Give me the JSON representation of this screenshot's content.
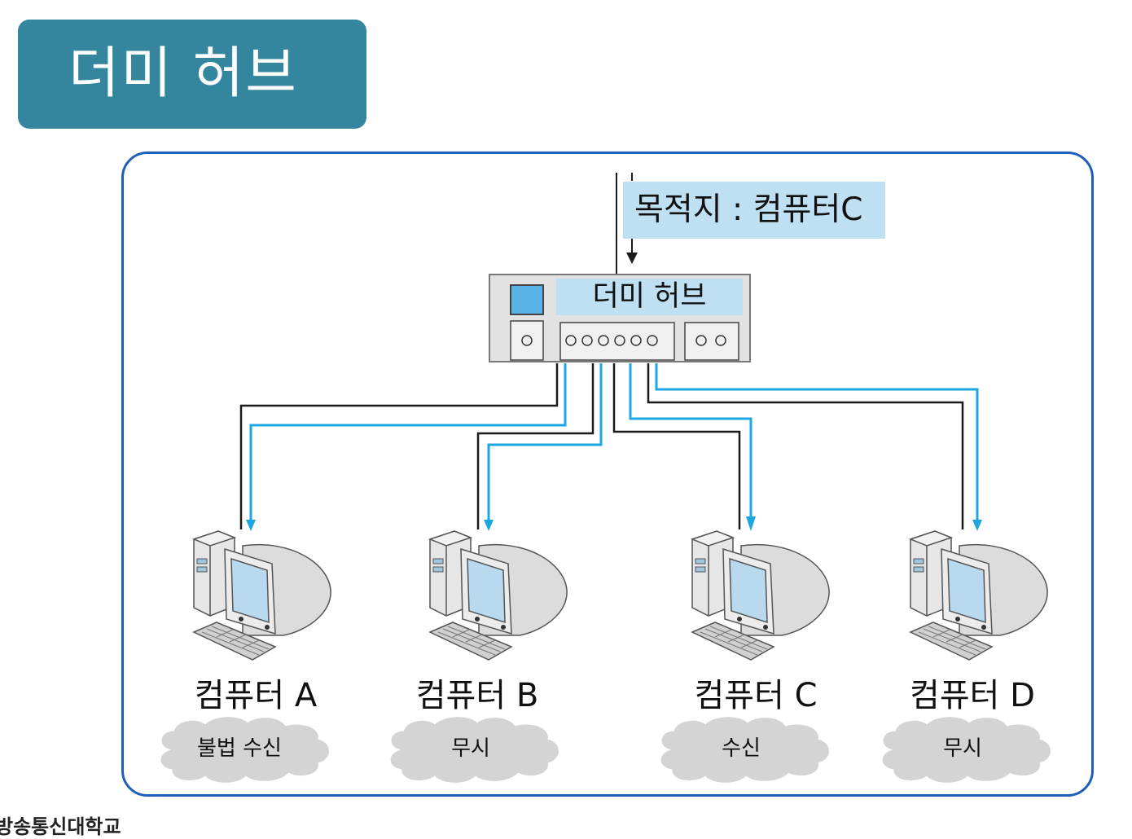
{
  "title": "더미 허브",
  "destination_label": "목적지 : 컴퓨터C",
  "hub_label": "더미 허브",
  "computers": [
    {
      "name": "컴퓨터 A",
      "status": "불법 수신"
    },
    {
      "name": "컴퓨터 B",
      "status": "무시"
    },
    {
      "name": "컴퓨터 C",
      "status": "수신"
    },
    {
      "name": "컴퓨터 D",
      "status": "무시"
    }
  ],
  "logo_text": "방송통신대학교",
  "colors": {
    "title_bg": "#33869d",
    "frame_border": "#1f5fb8",
    "label_bg": "#bfe0f2",
    "signal_line": "#1ea6e0",
    "wire_line": "#1a1a1a",
    "cloud_fill": "#d4d4d4"
  }
}
